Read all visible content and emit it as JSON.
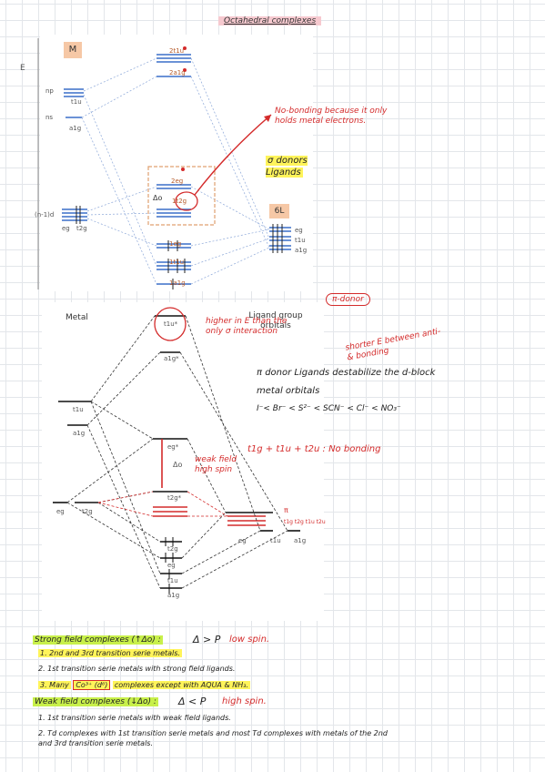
{
  "title": "Octahedral complexes",
  "mo1": {
    "metal_box": "M",
    "ligand_box": "6L",
    "energy_axis": "E",
    "np": "np",
    "ns": "ns",
    "nd": "(n-1)d",
    "t1u": "t1u",
    "a1g": "a1g",
    "eg": "eg",
    "t2g": "t2g",
    "t1g_star": "2t1u",
    "a1g_star": "2a1g",
    "eg_star": "2eg",
    "delta_o": "Δo",
    "t2g_mid": "1t2g",
    "eg_low": "1eg",
    "t1u_low": "1t1u",
    "a1g_low": "1a1g",
    "lig_eg": "eg",
    "lig_t1u": "t1u",
    "lig_a1g": "a1g",
    "note_nonbonding": "No-bonding because it only holds metal electrons.",
    "note_sigma": "σ donors Ligands"
  },
  "mo2": {
    "pi_donor_tag": "π-donor",
    "metal_label": "Metal",
    "ligand_label": "Ligand group orbitals",
    "t1u_top": "t1u*",
    "a1g_top": "a1g*",
    "t1u_metal": "t1u",
    "a1g_metal": "a1g",
    "eg_metal": "eg",
    "t2g_metal": "t2g",
    "eg_star": "eg*",
    "delta_o": "Δo",
    "weak_field": "weak field high spin",
    "t2g_star": "t2g*",
    "pi_label": "π",
    "pi_orbs": "t1g t2g t1u t2u",
    "sigma_orbs_e": "eg",
    "sigma_t1u": "t1u",
    "sigma_a1g": "a1g",
    "low_labels": [
      "t2g",
      "eg",
      "t1u",
      "a1g"
    ],
    "note_higher": "higher in E than the only σ interaction",
    "note_shorter": "shorter E between anti- & bonding",
    "note_pi_donor": "π donor Ligands destabilize the d-block metal orbitals",
    "series": "I⁻< Br⁻ < S²⁻ < SCN⁻ < Cl⁻ < NO₃⁻",
    "note_nb": "t1g + t1u + t2u : No bonding"
  },
  "notes": {
    "strong_title": "Strong field complexes (↑Δo) :",
    "strong_rel": "Δ > P",
    "strong_spin": "low spin.",
    "s1": "1. 2nd and 3rd transition serie metals.",
    "s2": "2. 1st transition serie metals with strong field ligands.",
    "s3_a": "3. Many",
    "s3_box": "Co³⁺ (d⁶)",
    "s3_b": "complexes except with AQUA & NH₃.",
    "weak_title": "Weak field complexes (↓Δo) :",
    "weak_rel": "Δ < P",
    "weak_spin": "high spin.",
    "w1": "1. 1st transition serie metals with weak field ligands.",
    "w2": "2. Td complexes with 1st transition serie metals and most Td complexes with metals of the 2nd and 3rd transition serie metals."
  },
  "colors": {
    "accent_red": "#d42b2b",
    "level_blue": "#3a6fc9",
    "box_orange": "#e0a070",
    "highlight_green": "#c8f04a",
    "highlight_yellow": "#fff45a"
  }
}
